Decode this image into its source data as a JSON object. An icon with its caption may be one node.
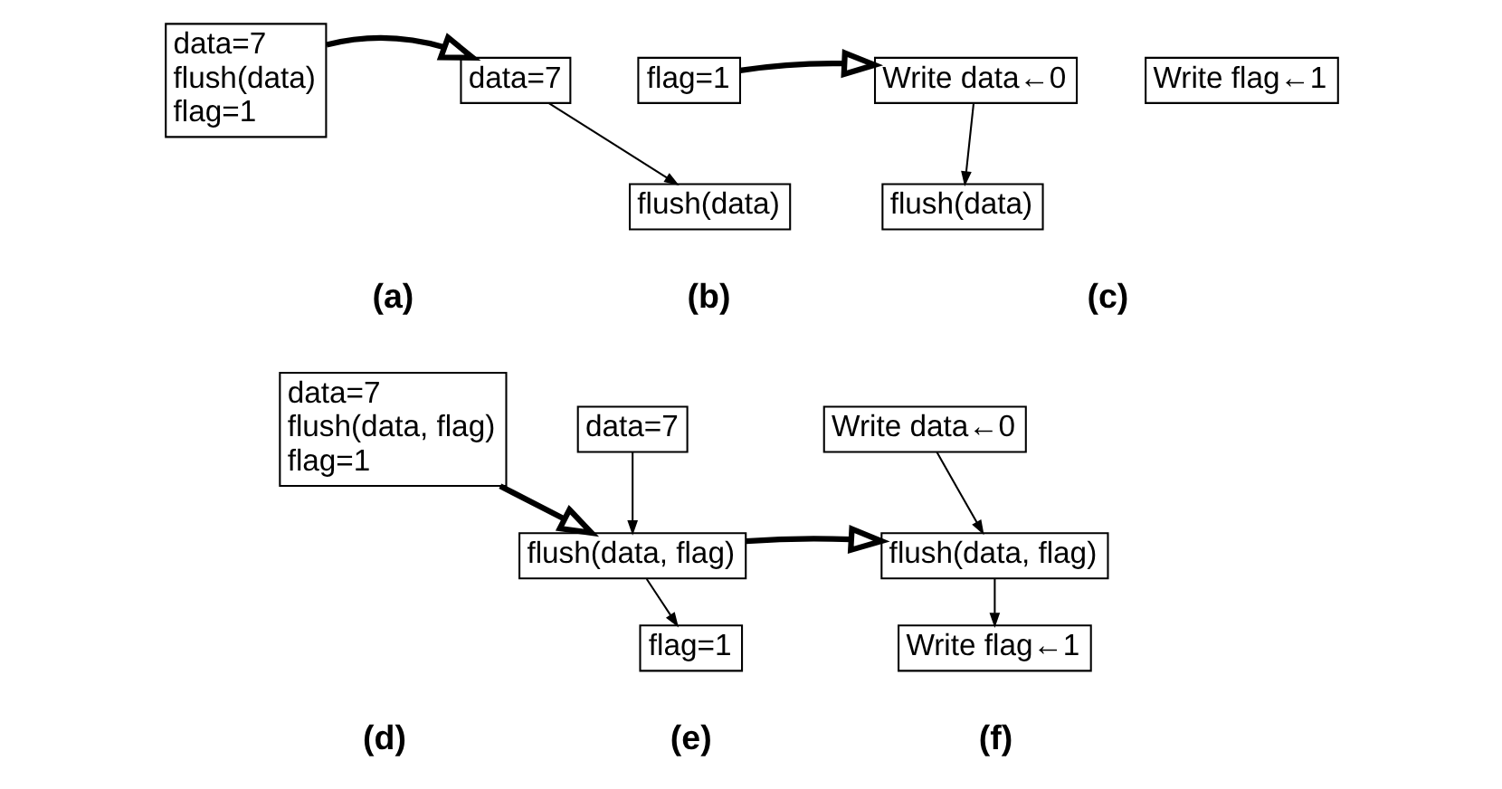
{
  "diagram": {
    "nodes": [
      {
        "text": [
          "data=7",
          "flush(data)",
          "flag=1"
        ]
      },
      {
        "text": [
          "data=7"
        ]
      },
      {
        "text": [
          "flush(data)"
        ]
      },
      {
        "text": [
          "flag=1"
        ]
      },
      {
        "text": [
          "Write data←0"
        ]
      },
      {
        "text": [
          "flush(data)"
        ]
      },
      {
        "text": [
          "Write flag←1"
        ]
      },
      {
        "text": [
          "data=7",
          "flush(data, flag)",
          "flag=1"
        ]
      },
      {
        "text": [
          "data=7"
        ]
      },
      {
        "text": [
          "flush(data, flag)"
        ]
      },
      {
        "text": [
          "flag=1"
        ]
      },
      {
        "text": [
          "Write data←0"
        ]
      },
      {
        "text": [
          "flush(data, flag)"
        ]
      },
      {
        "text": [
          "Write flag←1"
        ]
      }
    ],
    "edges": [
      {
        "from": 0,
        "to": 1,
        "arrow": "to",
        "style": "thick"
      },
      {
        "from": 1,
        "to": 2,
        "arrow": "to"
      },
      {
        "from": 3,
        "to": 4,
        "arrow": "to",
        "style": "thick"
      },
      {
        "from": 4,
        "to": 5,
        "arrow": "to"
      },
      {
        "from": 7,
        "to": 9,
        "arrow": "to",
        "style": "thick"
      },
      {
        "from": 8,
        "to": 9,
        "arrow": "to"
      },
      {
        "from": 9,
        "to": 10,
        "arrow": "to"
      },
      {
        "from": 9,
        "to": 12,
        "arrow": "to",
        "style": "thick"
      },
      {
        "from": 11,
        "to": 12,
        "arrow": "to"
      },
      {
        "from": 12,
        "to": 13,
        "arrow": "to"
      }
    ],
    "labels": [
      "(a)",
      "(b)",
      "(c)",
      "(d)",
      "(e)",
      "(f)"
    ]
  }
}
